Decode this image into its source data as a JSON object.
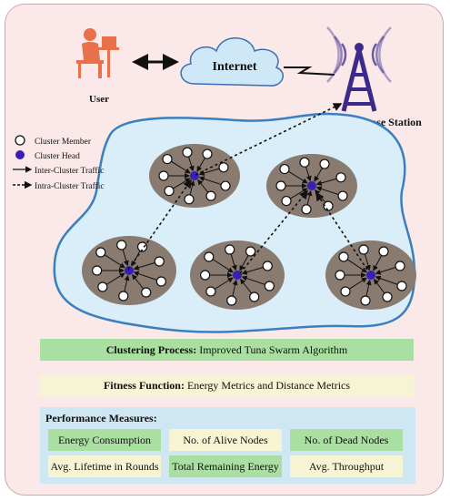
{
  "header": {
    "user_label": "User",
    "internet_label": "Internet",
    "base_station_label": "Base Station"
  },
  "legend": {
    "cluster_member": "Cluster Member",
    "cluster_head": "Cluster Head",
    "inter_cluster": "Inter-Cluster Traffic",
    "intra_cluster": "Intra-Cluster Traffic"
  },
  "process": {
    "clustering_key": "Clustering Process:",
    "clustering_value": " Improved Tuna Swarm Algorithm",
    "fitness_key": "Fitness Function:",
    "fitness_value": " Energy Metrics and Distance Metrics"
  },
  "performance": {
    "title": "Performance Measures:",
    "row1": [
      "Energy Consumption",
      "No. of Alive Nodes",
      "No. of Dead Nodes"
    ],
    "row2": [
      "Avg. Lifetime in Rounds",
      "Total Remaining Energy",
      "Avg. Throughput"
    ]
  },
  "colors": {
    "background": "#fbe9e9",
    "field": "#d9eef8",
    "cluster": "#8a7b70",
    "head": "#3a1fb5",
    "tower": "#3b2a8a",
    "green_bar": "#a9dfa0",
    "cream_bar": "#f6f4d2",
    "perf_box": "#cfe6f3"
  },
  "icons": [
    "user-icon",
    "internet-cloud-icon",
    "base-station-tower-icon"
  ]
}
